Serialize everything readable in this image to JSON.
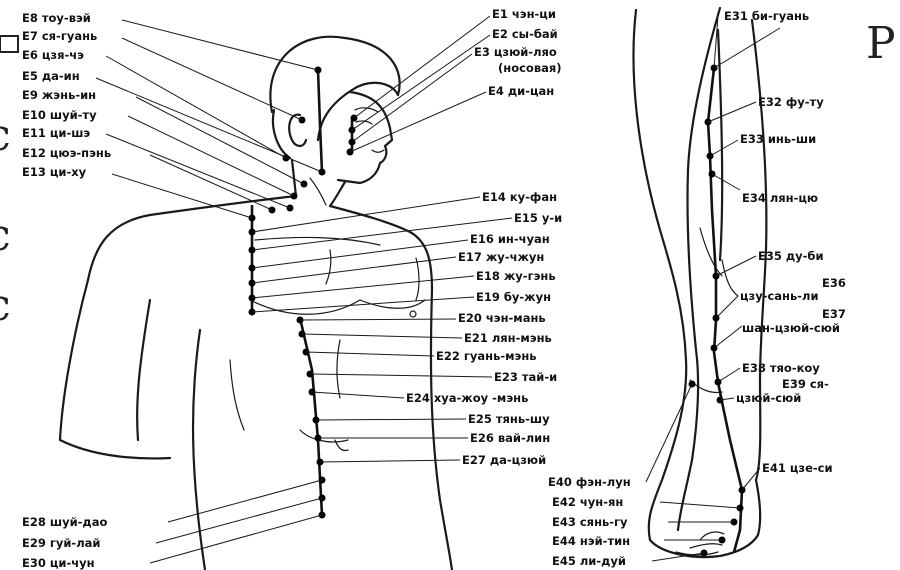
{
  "side_letter": "Р",
  "left_edge_fragments": [
    "с",
    "с",
    "с"
  ],
  "labels_left_top": [
    {
      "id": "E8",
      "text": "E8 тоу-вэй"
    },
    {
      "id": "E7",
      "text": "E7 ся-гуань"
    },
    {
      "id": "E6",
      "text": "E6 цзя-чэ"
    },
    {
      "id": "E5",
      "text": "E5 да-ин"
    },
    {
      "id": "E9",
      "text": "E9 жэнь-ин"
    },
    {
      "id": "E10",
      "text": "E10 шуй-ту"
    },
    {
      "id": "E11",
      "text": "E11 ци-шэ"
    },
    {
      "id": "E12",
      "text": "E12 цюэ-пэнь"
    },
    {
      "id": "E13",
      "text": "E13 ци-ху"
    }
  ],
  "labels_right_head": [
    {
      "id": "E1",
      "text": "E1 чэн-ци"
    },
    {
      "id": "E2",
      "text": "E2 сы-бай"
    },
    {
      "id": "E3",
      "text": "E3 цзюй-ляо"
    },
    {
      "id": "E3b",
      "text": "(носовая)"
    },
    {
      "id": "E4",
      "text": "E4 ди-цан"
    }
  ],
  "labels_torso": [
    {
      "id": "E14",
      "text": "E14 ку-фан"
    },
    {
      "id": "E15",
      "text": "E15 у-и"
    },
    {
      "id": "E16",
      "text": "E16 ин-чуан"
    },
    {
      "id": "E17",
      "text": "E17 жу-чжун"
    },
    {
      "id": "E18",
      "text": "E18 жу-гэнь"
    },
    {
      "id": "E19",
      "text": "E19 бу-жун"
    },
    {
      "id": "E20",
      "text": "E20 чэн-мань"
    },
    {
      "id": "E21",
      "text": "E21 лян-мэнь"
    },
    {
      "id": "E22",
      "text": "E22 гуань-мэнь"
    },
    {
      "id": "E23",
      "text": "E23 тай-и"
    },
    {
      "id": "E24",
      "text": "E24 хуа-жоу -мэнь"
    },
    {
      "id": "E25",
      "text": "E25 тянь-шу"
    },
    {
      "id": "E26",
      "text": "E26 вай-лин"
    },
    {
      "id": "E27",
      "text": "E27 да-цзюй"
    }
  ],
  "labels_bottom_left": [
    {
      "id": "E28",
      "text": "E28 шуй-дао"
    },
    {
      "id": "E29",
      "text": "E29 гуй-лай"
    },
    {
      "id": "E30",
      "text": "E30 ци-чун"
    }
  ],
  "labels_leg": [
    {
      "id": "E31",
      "text": "E31 би-гуань"
    },
    {
      "id": "E32",
      "text": "E32 фу-ту"
    },
    {
      "id": "E33",
      "text": "E33 инь-ши"
    },
    {
      "id": "E34",
      "text": "E34 лян-цю"
    },
    {
      "id": "E35",
      "text": "E35 ду-би"
    },
    {
      "id": "E36",
      "text": "E36"
    },
    {
      "id": "E36b",
      "text": "цзу-сань-ли"
    },
    {
      "id": "E37",
      "text": "E37"
    },
    {
      "id": "E37b",
      "text": "шан-цзюй-сюй"
    },
    {
      "id": "E38",
      "text": "E38 тяо-коу"
    },
    {
      "id": "E39",
      "text": "E39 ся-"
    },
    {
      "id": "E39b",
      "text": "цзюй-сюй"
    },
    {
      "id": "E40",
      "text": "E40 фэн-лун"
    },
    {
      "id": "E41",
      "text": "E41 цзе-си"
    },
    {
      "id": "E42",
      "text": "E42 чун-ян"
    },
    {
      "id": "E43",
      "text": "E43 сянь-гу"
    },
    {
      "id": "E44",
      "text": "E44 нэй-тин"
    },
    {
      "id": "E45",
      "text": "E45 ли-дуй"
    }
  ]
}
